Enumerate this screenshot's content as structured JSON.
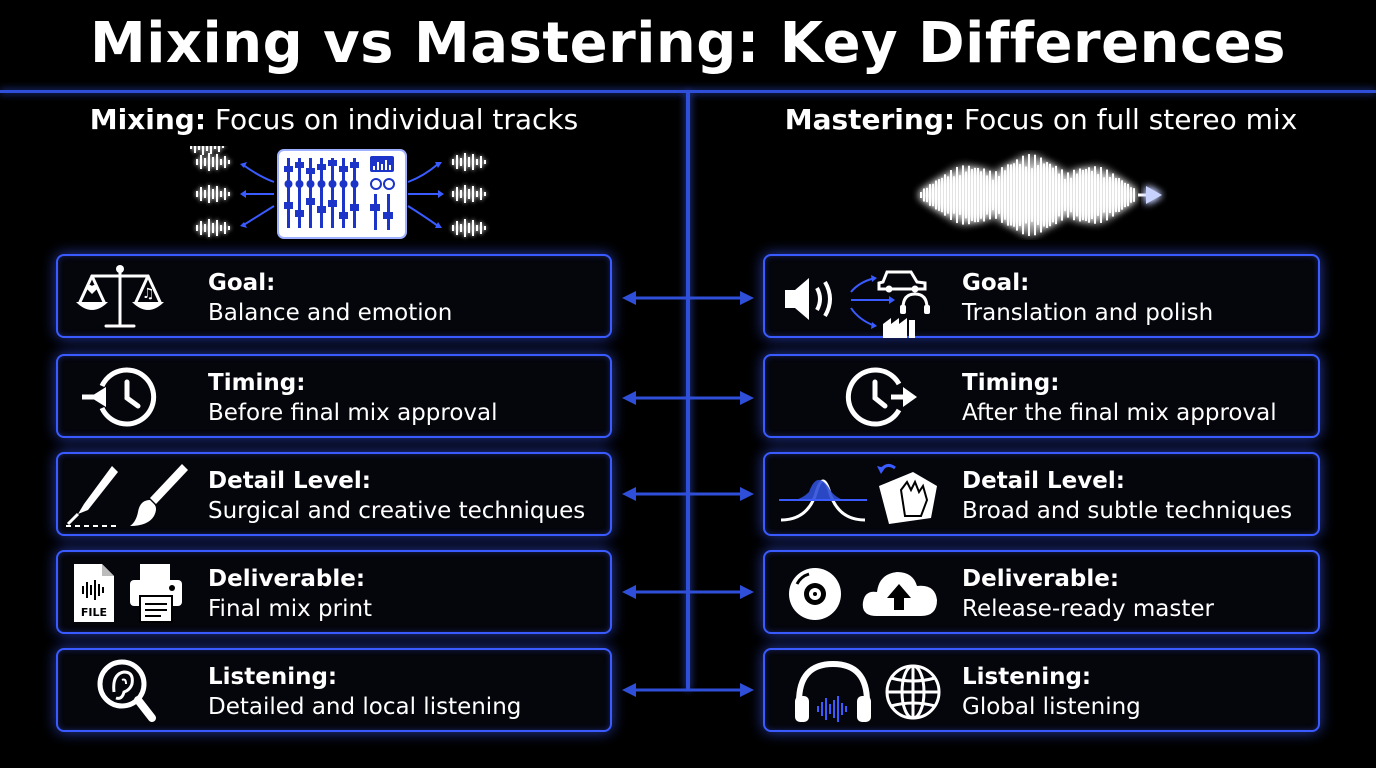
{
  "title": "Mixing vs Mastering: Key Differences",
  "left": {
    "heading_bold": "Mixing:",
    "heading_rest": " Focus on individual tracks",
    "rows": [
      {
        "label": "Goal:",
        "value": "Balance and emotion"
      },
      {
        "label": "Timing:",
        "value": "Before final mix approval"
      },
      {
        "label": "Detail Level:",
        "value": "Surgical and creative techniques"
      },
      {
        "label": "Deliverable:",
        "value": "Final mix print"
      },
      {
        "label": "Listening:",
        "value": "Detailed and local listening"
      }
    ],
    "file_icon_text": "FILE"
  },
  "right": {
    "heading_bold": "Mastering:",
    "heading_rest": " Focus on full stereo mix",
    "rows": [
      {
        "label": "Goal:",
        "value": "Translation and polish"
      },
      {
        "label": "Timing:",
        "value": "After the final mix approval"
      },
      {
        "label": "Detail Level:",
        "value": "Broad and subtle techniques"
      },
      {
        "label": "Deliverable:",
        "value": "Release-ready master"
      },
      {
        "label": "Listening:",
        "value": "Global listening"
      }
    ]
  },
  "colors": {
    "accent": "#3a5bff",
    "background": "#000000",
    "text": "#ffffff"
  },
  "icons": {
    "left": [
      "balance-scale-icon",
      "history-clock-icon",
      "scalpel-icon",
      "paintbrush-icon",
      "audio-file-icon",
      "printer-icon",
      "ear-magnifier-icon"
    ],
    "right": [
      "speaker-icon",
      "car-icon",
      "headphones-icon",
      "factory-icon",
      "clock-forward-icon",
      "bell-curve-icon",
      "cloth-hand-icon",
      "disc-icon",
      "cloud-upload-icon",
      "headphones-icon",
      "globe-icon"
    ]
  }
}
